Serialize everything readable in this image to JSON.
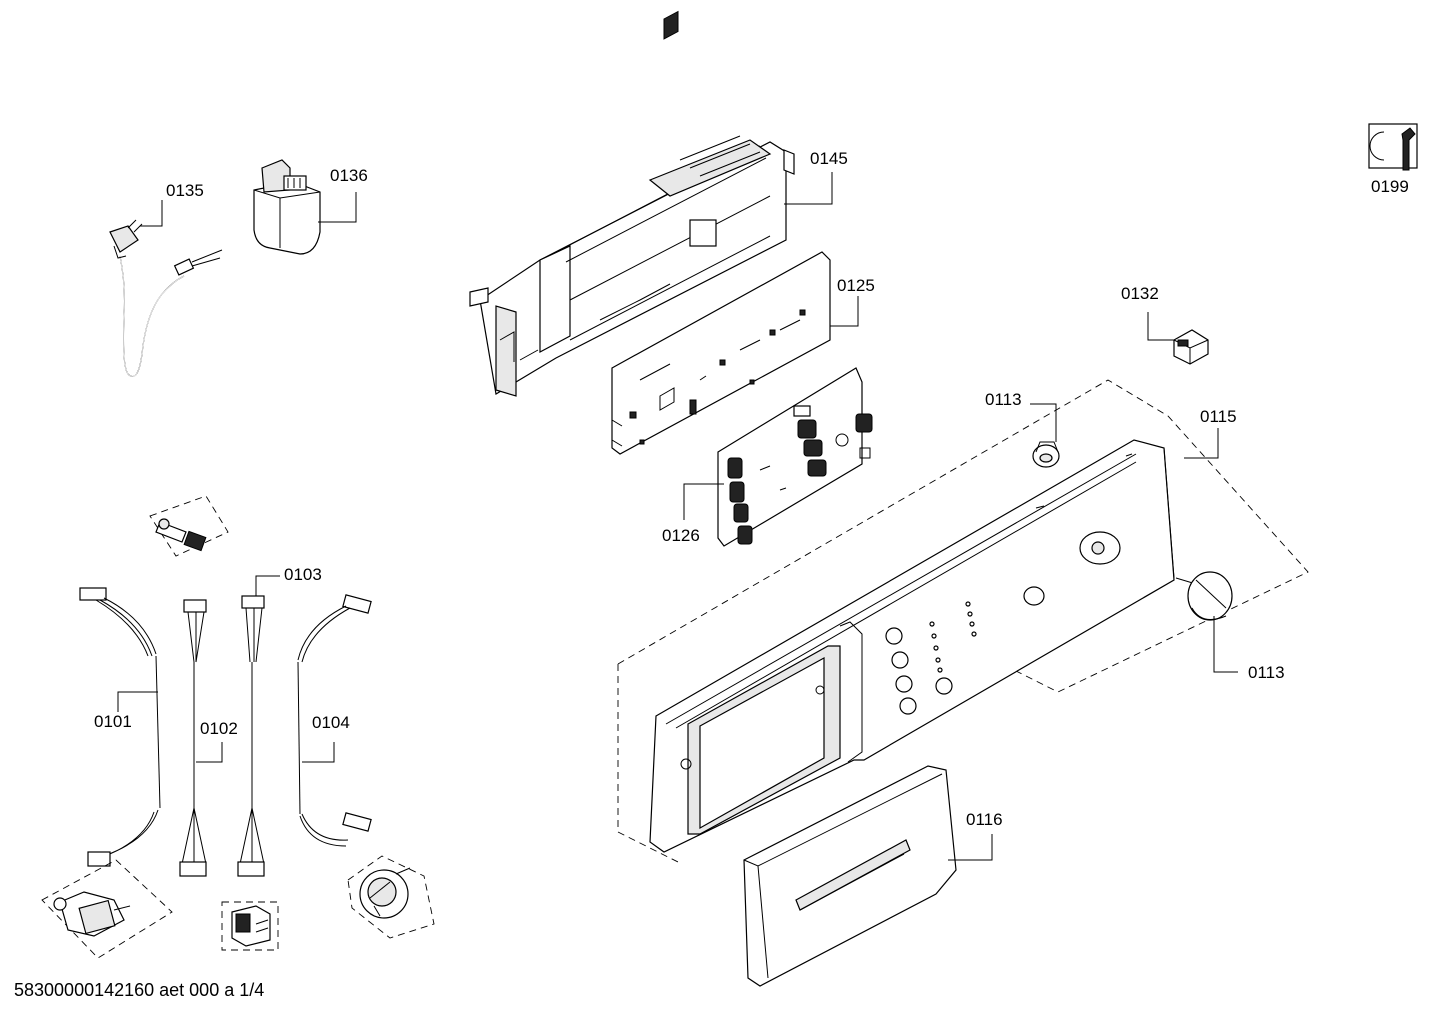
{
  "diagram": {
    "part_labels": {
      "p0135": "0135",
      "p0136": "0136",
      "p0145": "0145",
      "p0125": "0125",
      "p0199": "0199",
      "p0132": "0132",
      "p0113a": "0113",
      "p0115": "0115",
      "p0126": "0126",
      "p0103": "0103",
      "p0101": "0101",
      "p0102": "0102",
      "p0104": "0104",
      "p0113b": "0113",
      "p0116": "0116"
    },
    "footer": "58300000142160 aet 000 a 1/4",
    "icons": [
      "service-tool-icon"
    ]
  }
}
